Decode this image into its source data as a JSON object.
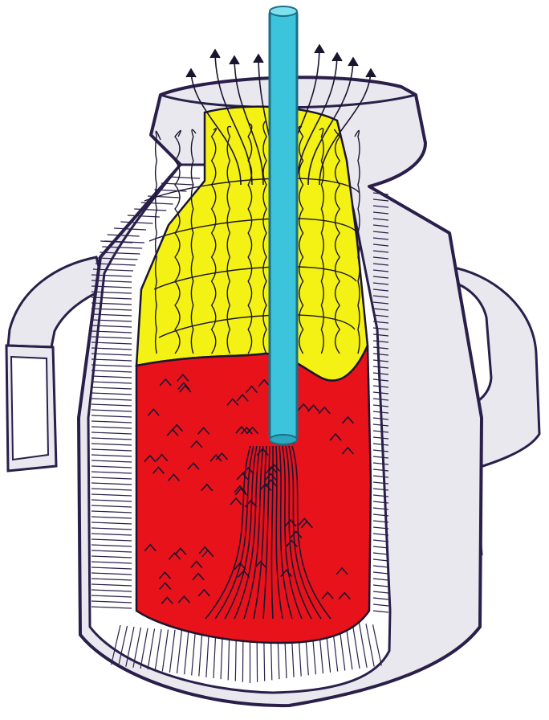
{
  "figure": {
    "colors": {
      "background": "#ffffff",
      "shell": "#e9e8ee",
      "outline": "#2a1f4a",
      "lining": "#ffffff",
      "slag": "#f4f214",
      "melt": "#e8121b",
      "lance": "#3cc4dc",
      "lance_edge": "#1a6f86",
      "lines": "#1b1530"
    },
    "parts": [
      "vessel-shell",
      "trunnion-ring-left",
      "trunnion-ring-right",
      "refractory-lining",
      "slag-foam-layer",
      "molten-metal-bath",
      "oxygen-lance",
      "off-gas-flow-arrows"
    ]
  }
}
